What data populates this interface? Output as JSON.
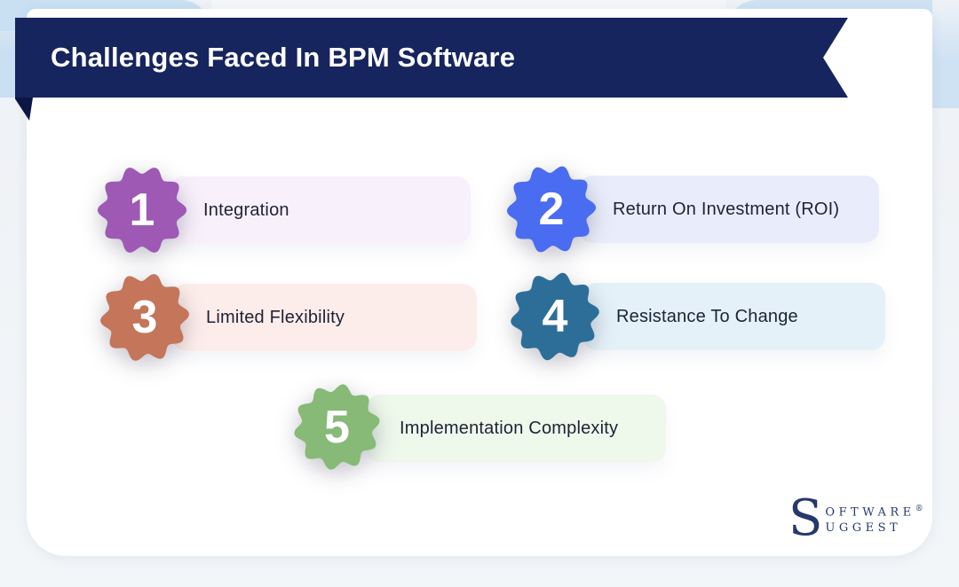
{
  "header": {
    "title": "Challenges Faced In BPM Software"
  },
  "items": [
    {
      "num": "1",
      "label": "Integration",
      "badge_color": "#9d59b3",
      "pill_color": "#f8f0fa"
    },
    {
      "num": "2",
      "label": "Return On Investment (ROI)",
      "badge_color": "#4a6cf0",
      "pill_color": "#e9edfb"
    },
    {
      "num": "3",
      "label": "Limited Flexibility",
      "badge_color": "#c4755a",
      "pill_color": "#fdedea"
    },
    {
      "num": "4",
      "label": "Resistance To Change",
      "badge_color": "#2d6e99",
      "pill_color": "#e4f1f8"
    },
    {
      "num": "5",
      "label": "Implementation Complexity",
      "badge_color": "#86ba76",
      "pill_color": "#eef8eb"
    }
  ],
  "logo": {
    "initial": "S",
    "line1": "OFTWARE",
    "line2": "UGGEST",
    "registered": "®"
  },
  "colors": {
    "page_bg": "#eef1f5",
    "card_bg": "#ffffff",
    "banner_bg": "#17255e",
    "fold_bg": "#0b1647",
    "accent_blue": "#c9dff2",
    "accent_blue2": "#cfe2f4",
    "text": "#1d2335",
    "number": "#ffffff",
    "logo": "#25396b"
  }
}
